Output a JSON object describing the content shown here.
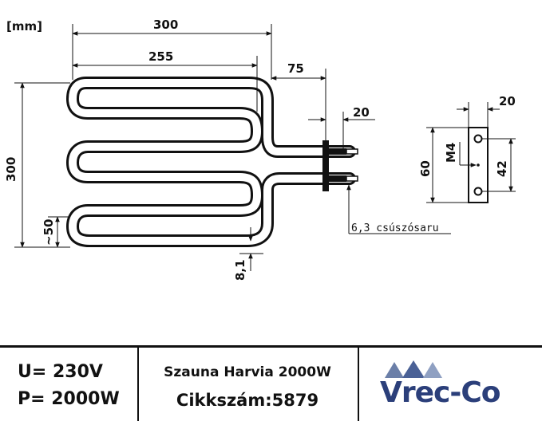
{
  "drawing": {
    "unit_label": "[mm]",
    "dims": {
      "width_total": "300",
      "width_inner": "255",
      "terminal_length": "75",
      "terminal_offset": "20",
      "height_total": "300",
      "loop_pitch": "~50",
      "tube_offset": "8,1",
      "plate_width": "20",
      "plate_height": "60",
      "hole_distance": "42",
      "thread": "M4"
    },
    "connector_label": "6,3 csúszósaru"
  },
  "footer": {
    "voltage": "U= 230V",
    "power": "P= 2000W",
    "product_name": "Szauna Harvia 2000W",
    "item_label": "Cikkszám:",
    "item_number": "5879",
    "logo_text": "Vrec-Co",
    "logo_color": "#2b3f7a"
  }
}
